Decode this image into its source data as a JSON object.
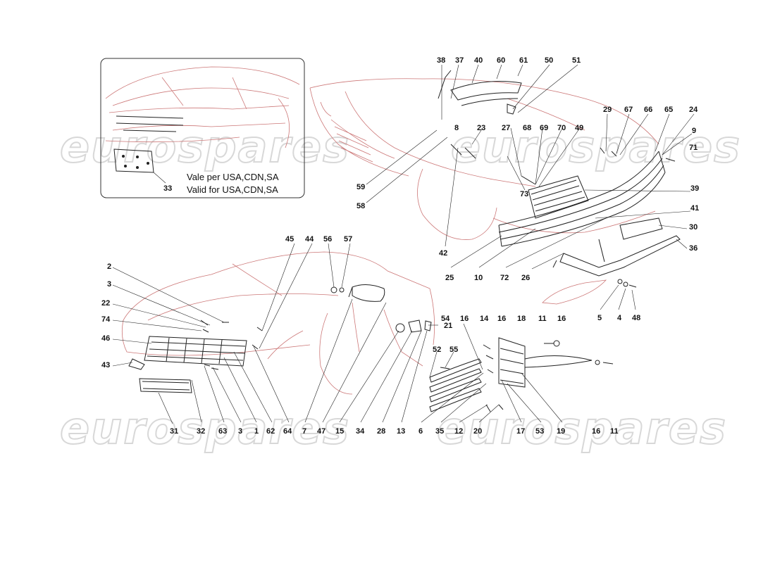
{
  "note": {
    "line1": "Vale per USA,CDN,SA",
    "line2": "Valid for USA,CDN,SA"
  },
  "watermark": "eurospares",
  "labels": {
    "inset_33": "33",
    "rear_38": "38",
    "rear_37": "37",
    "rear_40": "40",
    "rear_60": "60",
    "rear_61": "61",
    "rear_50": "50",
    "rear_51": "51",
    "rear_59": "59",
    "rear_58": "58",
    "rear_8": "8",
    "rear_23": "23",
    "rear_27": "27",
    "rear_68": "68",
    "rear_69": "69",
    "rear_70": "70",
    "rear_49": "49",
    "rear_29": "29",
    "rear_67": "67",
    "rear_66": "66",
    "rear_65": "65",
    "rear_24": "24",
    "rear_9": "9",
    "rear_71": "71",
    "rear_73": "73",
    "rear_39": "39",
    "rear_41": "41",
    "rear_42": "42",
    "rear_30": "30",
    "rear_36": "36",
    "rear_25": "25",
    "rear_10": "10",
    "rear_72": "72",
    "rear_26": "26",
    "rear_5": "5",
    "rear_4": "4",
    "rear_48": "48",
    "front_45": "45",
    "front_44": "44",
    "front_56": "56",
    "front_57": "57",
    "front_2": "2",
    "front_3a": "3",
    "front_22": "22",
    "front_74": "74",
    "front_46": "46",
    "front_43": "43",
    "front_31": "31",
    "front_32": "32",
    "front_63": "63",
    "front_3b": "3",
    "front_1": "1",
    "front_62": "62",
    "front_64": "64",
    "front_7": "7",
    "front_47": "47",
    "front_15": "15",
    "front_34": "34",
    "front_28": "28",
    "front_13": "13",
    "front_21": "21",
    "grille_54": "54",
    "grille_16a": "16",
    "grille_14": "14",
    "grille_16b": "16",
    "grille_18": "18",
    "grille_11a": "11",
    "grille_16c": "16",
    "grille_52": "52",
    "grille_55": "55",
    "grille_6": "6",
    "grille_35": "35",
    "grille_12": "12",
    "grille_20": "20",
    "grille_17": "17",
    "grille_53": "53",
    "grille_19": "19",
    "grille_16d": "16",
    "grille_11b": "11"
  }
}
